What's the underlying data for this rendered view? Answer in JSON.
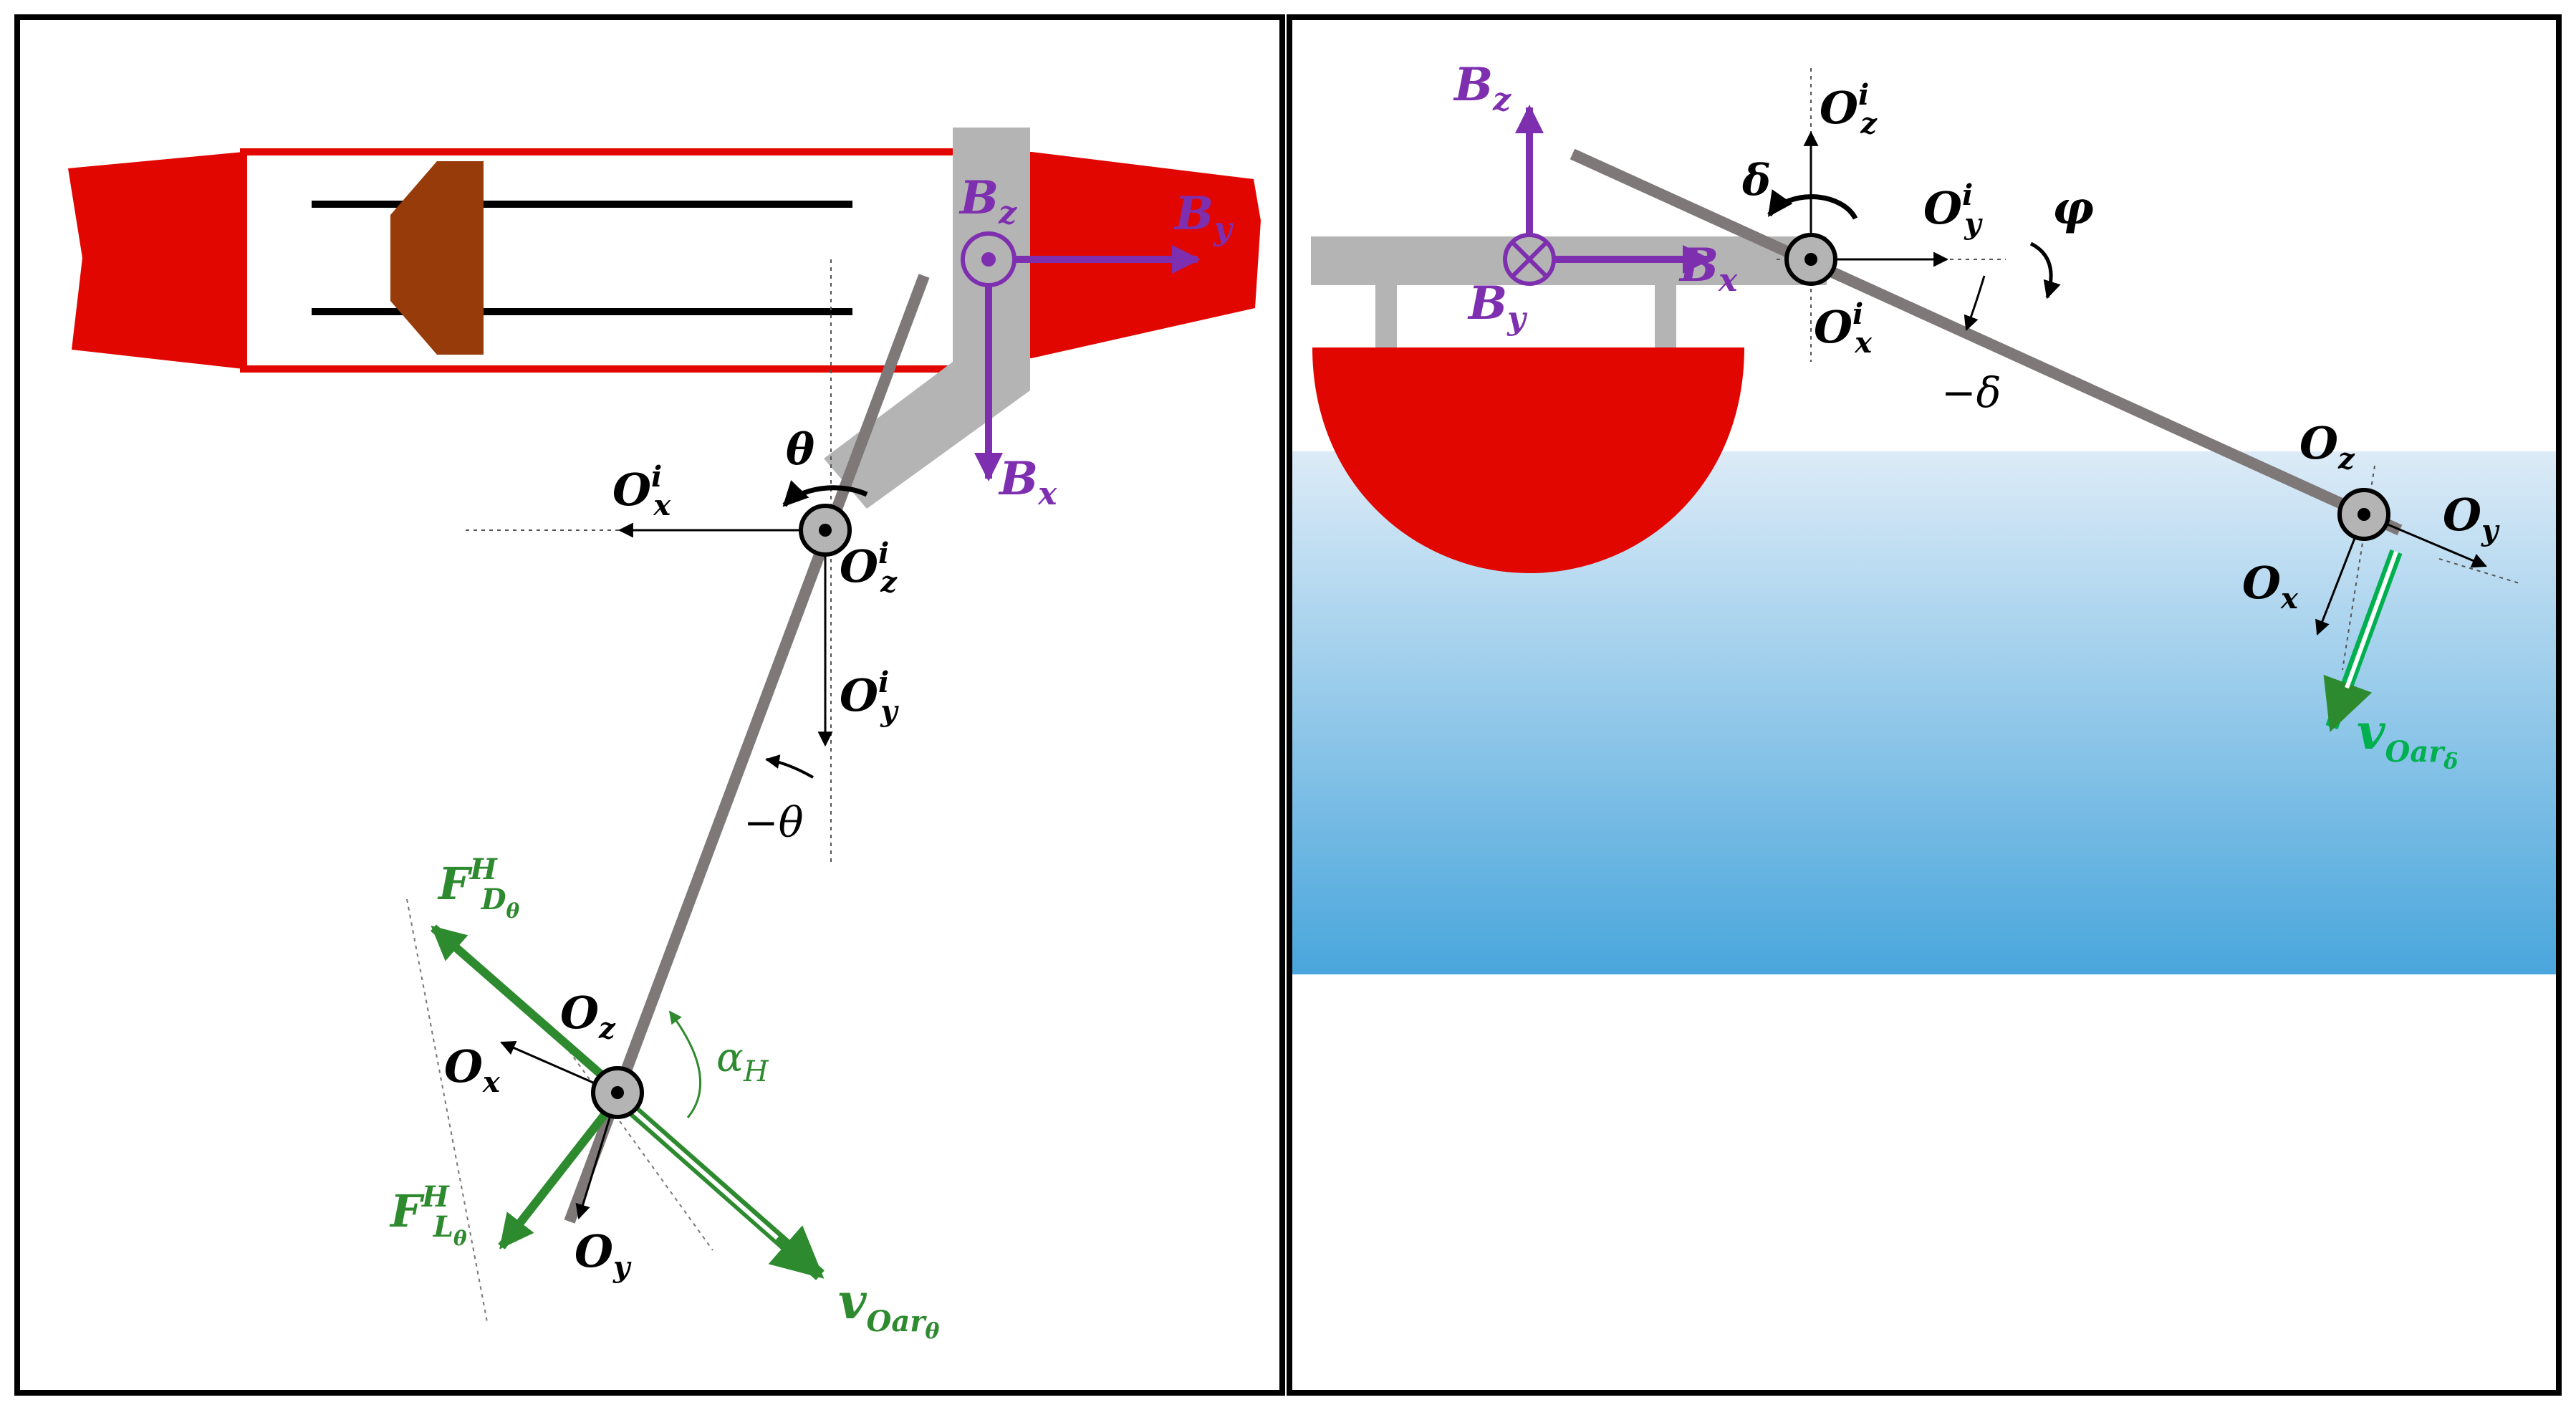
{
  "colors": {
    "red": "#e10600",
    "brown": "#973b0a",
    "gray": "#b4b4b4",
    "rod": "#7f7879",
    "purple": "#7e2fb0",
    "green_dark": "#2e8a2f",
    "green_light": "#00b050",
    "water_top": "#dcebf7",
    "water_bottom": "#49a6dc",
    "black": "#000000"
  },
  "left": {
    "B_z": "B",
    "B_z_sub": "z",
    "B_y": "B",
    "B_y_sub": "y",
    "B_x": "B",
    "B_x_sub": "x",
    "theta": "θ",
    "Oi_x": "O",
    "Oi_x_sup": "i",
    "Oi_x_sub": "x",
    "Oi_z": "O",
    "Oi_z_sup": "i",
    "Oi_z_sub": "z",
    "Oi_y": "O",
    "Oi_y_sup": "i",
    "Oi_y_sub": "y",
    "neg_theta": "−θ",
    "F_D": "F",
    "F_D_sup": "H",
    "F_D_sub": "D",
    "F_D_subsub": "θ",
    "F_L": "F",
    "F_L_sup": "H",
    "F_L_sub": "L",
    "F_L_subsub": "θ",
    "O_z": "O",
    "O_z_sub": "z",
    "O_x": "O",
    "O_x_sub": "x",
    "O_y": "O",
    "O_y_sub": "y",
    "alpha": "α",
    "alpha_sub": "H",
    "v": "v",
    "v_sub": "Oar",
    "v_subsub": "θ"
  },
  "right": {
    "B_z": "B",
    "B_z_sub": "z",
    "B_x": "B",
    "B_x_sub": "x",
    "B_y": "B",
    "B_y_sub": "y",
    "Oi_z": "O",
    "Oi_z_sup": "i",
    "Oi_z_sub": "z",
    "delta": "δ",
    "Oi_y": "O",
    "Oi_y_sup": "i",
    "Oi_y_sub": "y",
    "phi": "φ",
    "Oi_x": "O",
    "Oi_x_sup": "i",
    "Oi_x_sub": "x",
    "neg_delta": "−δ",
    "O_z": "O",
    "O_z_sub": "z",
    "O_y": "O",
    "O_y_sub": "y",
    "O_x": "O",
    "O_x_sub": "x",
    "v": "v",
    "v_sub": "Oar",
    "v_subsub": "δ"
  }
}
